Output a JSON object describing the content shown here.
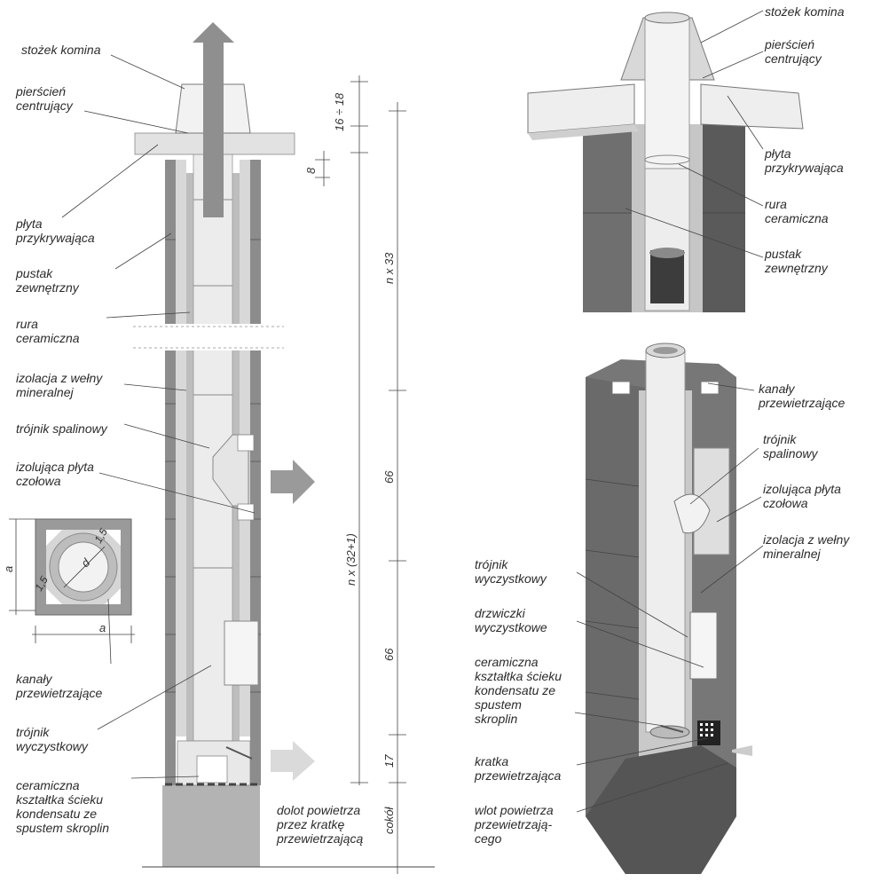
{
  "left_labels": {
    "stozek": "stożek komina",
    "pierscien": "pierścień\ncentrujący",
    "plyta": "płyta\nprzykrywająca",
    "pustak": "pustak\nzewnętrzny",
    "rura": "rura\nceramiczna",
    "izolacja": "izolacja z wełny\nmineralnej",
    "trojnik_spal": "trójnik spalinowy",
    "izolujaca": "izolująca płyta\nczołowa",
    "kanaly": "kanały\nprzewietrzające",
    "trojnik_wycz": "trójnik\nwyczystkowy",
    "ksztaltka": "ceramiczna\nkształtka ścieku\nkondensatu ze\nspustem skroplin",
    "dolot": "dolot powietrza\nprzez kratkę\nprzewietrzającą"
  },
  "dimensions": {
    "d1": "16 ÷ 18",
    "d2": "8",
    "d3": "n x 33",
    "d4": "n x (32+1)",
    "d5": "66",
    "d6": "66",
    "d7": "17",
    "d8": "cokół",
    "a_v": "a",
    "a_h": "a",
    "dd": "d",
    "t1": "1,5",
    "t2": "1,5"
  },
  "right_top_labels": {
    "stozek": "stożek komina",
    "pierscien": "pierścień\ncentrujący",
    "plyta": "płyta\nprzykrywająca",
    "rura": "rura\nceramiczna",
    "pustak": "pustak\nzewnętrzny"
  },
  "right_bottom_labels": {
    "kanaly": "kanały\nprzewietrzające",
    "trojnik_spal": "trójnik\nspalinowy",
    "izolujaca": "izolująca płyta\nczołowa",
    "izolacja": "izolacja z wełny\nmineralnej",
    "trojnik_wycz": "trójnik\nwyczystkowy",
    "drzwiczki": "drzwiczki\nwyczystkowe",
    "ksztaltka": "ceramiczna\nkształtka ścieku\nkondensatu ze\nspustem\nskroplin",
    "kratka": "kratka\nprzewietrzająca",
    "wlot": "wlot powietrza\nprzewietrzają-\ncego"
  },
  "colors": {
    "block": "#8c8c8c",
    "block_dark": "#5e5e5e",
    "insul": "#c9c9c9",
    "pipe": "#ececec",
    "arrow": "#8f8f8f",
    "line": "#444444"
  }
}
